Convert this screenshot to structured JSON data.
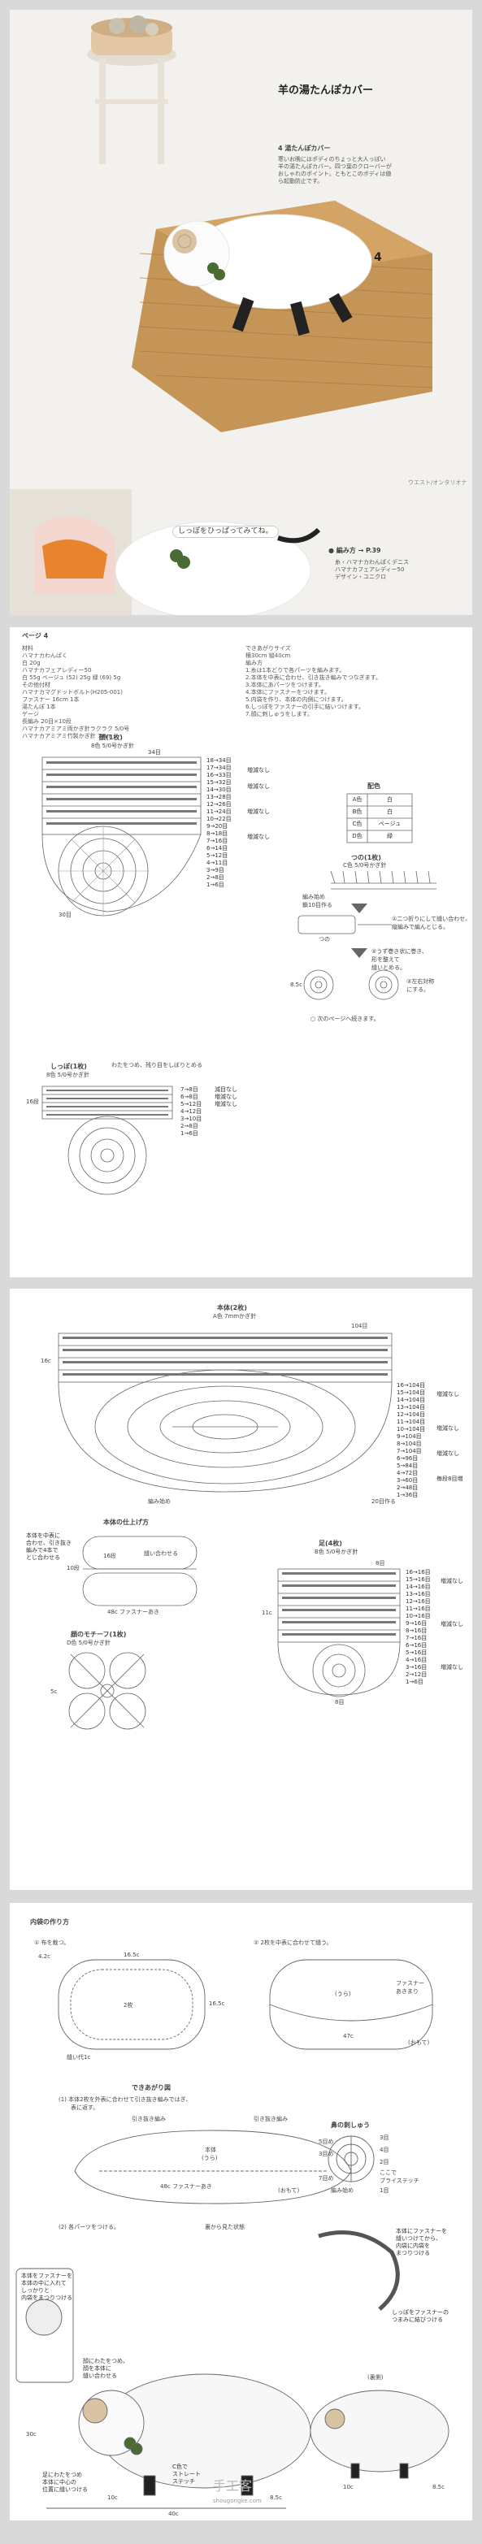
{
  "p1": {
    "title": "羊の湯たんぽカバー",
    "fig_num": "4",
    "item_title": "4 湯たんぽカバー",
    "desc": [
      "寒いお晩にはポディのちょっと大人っぽい",
      "羊の湯たんぽカバー。四つ葉のクローバーが",
      "おしゃれのポイント。ともとこのボディは値",
      "ら起動防止です。"
    ],
    "side_label": "4",
    "caption": "しっぽをひっぱってみてね。",
    "credit": "ウエスト/オンタリオナ",
    "pattern_label": "編み方 → P.39",
    "yarn_lines": [
      "糸・ハマナカわんぱくデニス",
      "ハマナカフェアレディー50",
      "デザイン・ユニクロ"
    ]
  },
  "p2": {
    "page_label": "ページ 4",
    "left_lines": [
      "材料",
      "ハマナカわんぱく",
      "白 20g",
      "ハマナカフェアレディー50",
      "白 55g ベージュ (52) 25g 緑 (69) 5g",
      "その他付材",
      "ハマナカマグドットボルト(H205-001)",
      "ファスナー 16cm 1本",
      "湯たんぽ 1本",
      "ゲージ",
      "長編み 20目×10段",
      "",
      "ハマナカアミアミ両かぎ針ラクラク 5/0号",
      "ハマナカアミアミ竹製かぎ針 7mm"
    ],
    "steps": [
      "できあがりサイズ",
      "横30cm 縦40cm",
      "編み方",
      "1.糸は1本どりで各パーツを編みます。",
      "2.本体を中表に合わせ、引き抜き編みでつなぎます。",
      "3.本体にあパーツをつけます。",
      "4.本体にファスナーをつけます。",
      "5.内袋を作り、本体の内側につけます。",
      "6.しっぽをファスナーの引手に結いつけます。",
      "7.顔に刺しゅうをします。"
    ],
    "face_title": "顔",
    "face_sub": "(1枚)",
    "face_hook": "8色 5/0号かぎ針",
    "face_w": "34目",
    "face_rows": [
      "18→34目",
      "17→34目",
      "16→33目",
      "15→32目",
      "14→30目",
      "13→28目",
      "12→26目",
      "11→24目",
      "10→22目",
      "9→20目",
      "8→18目",
      "7→16目",
      "6→14目",
      "5→12目",
      "4→11目",
      "3→9目",
      "2→8目",
      "1→6目"
    ],
    "face_right": [
      "増減なし",
      "増減なし",
      "増減なし",
      "増減なし"
    ],
    "face_bottom": "30目",
    "color_title": "配色",
    "color_rows": [
      [
        "A色",
        "白"
      ],
      [
        "B色",
        "白"
      ],
      [
        "C色",
        "ベージュ"
      ],
      [
        "D色",
        "緑"
      ]
    ],
    "tsuno_title": "つの",
    "tsuno_sub": "(1枚)",
    "tsuno_hook": "C色 5/0号かぎ針",
    "tsuno_note1": "編み始め",
    "tsuno_note2": "鎖10目作る",
    "tsuno_label": "つの",
    "tsuno_step1": "①二つ折りにして縫い合わせ、",
    "tsuno_step1b": "縦編みで編んとじる。",
    "tsuno_step2": "②うず巻き状に巻き、",
    "tsuno_step2b": "形を整えて",
    "tsuno_step2c": "縫いとめる。",
    "tsuno_dim1": "8.5c",
    "tsuno_dim2": "③左右対称",
    "tsuno_dim3": "にする。",
    "tail_title": "しっぽ",
    "tail_sub": "(1枚)",
    "tail_hook": "8色 5/0号かぎ針",
    "tail_note": "わたをつめ、残り目をしぼりとめる",
    "tail_rows": [
      "7→8目",
      "6→8目",
      "5→12目",
      "4→12目",
      "3→10目",
      "2→8目",
      "1→6目"
    ],
    "tail_right": [
      "減目なし",
      "増減なし",
      "増減なし"
    ],
    "tail_dim": "16段",
    "footer_note": "次のページへ続きます。"
  },
  "p3": {
    "body_title": "本体",
    "body_sub": "(2枚)",
    "body_hook": "A色 7mmかぎ針",
    "body_w": "104目",
    "body_h": "16c",
    "body_rows": [
      "16→104目",
      "15→104目",
      "14→104目",
      "13→104目",
      "12→104目",
      "11→104目",
      "10→104目",
      "9→104目",
      "8→104目",
      "7→104目",
      "6→96目",
      "5→84目",
      "4→72目",
      "3→60目",
      "2→48目",
      "1→36目"
    ],
    "body_right": [
      "増減なし",
      "増減なし",
      "増減なし",
      "毎段8目増"
    ],
    "body_bottom": "20目作る",
    "body_start": "編み始め",
    "assy_title": "本体の仕上げ方",
    "assy_note1": "本体を中表に",
    "assy_note2": "合わせ、引き抜き",
    "assy_note3": "編みで4本で",
    "assy_note4": "とじ合わせる",
    "assy_d1": "10段",
    "assy_d2": "16段",
    "assy_d3": "縫い合わせる",
    "assy_d4": "48c ファスナーあき",
    "clover_title": "顔のモチーフ",
    "clover_sub": "(1枚)",
    "clover_hook": "D色 5/0号かぎ針",
    "clover_dim": "5c",
    "leg_title": "足",
    "leg_sub": "(4枚)",
    "leg_hook": "B色 5/0号かぎ針",
    "leg_w": "8目",
    "leg_h": "11c",
    "leg_rows": [
      "16→16目",
      "15→16目",
      "14→16目",
      "13→16目",
      "12→16目",
      "11→16目",
      "10→16目",
      "9→16目",
      "8→16目",
      "7→16目",
      "6→16目",
      "5→16目",
      "4→16目",
      "3→16目",
      "2→12目",
      "1→6目"
    ],
    "leg_right": [
      "増減なし",
      "増減なし",
      "増減なし"
    ],
    "leg_bottom": "8目"
  },
  "p4": {
    "inner_title": "内袋の作り方",
    "step1": "① 布を裁つ。",
    "dims1": [
      "4.2c",
      "16.5c",
      "16.5c",
      "2枚",
      "縫い代1c"
    ],
    "step2": "② 2枚を中表に合わせて縫う。",
    "dims2": [
      "ファスナー",
      "あきまり",
      "(うら)",
      "47c",
      "(おもて)"
    ],
    "finish_title": "できあがり図",
    "fin1": "(1) 本体2枚を外表に合わせて引き抜き編みではぎ、",
    "fin1b": "表に返す。",
    "fin_note1": "引き抜き編み",
    "fin_note2": "引き抜き編み",
    "fin_body": "本体",
    "fin_ura": "(うら)",
    "fin_zip": "48c ファスナーあき",
    "fin_omote": "(おもて)",
    "fin2": "(2) 各パーツをつける。",
    "fin2_note": "裏から見た状態",
    "nose_title": "鼻の刺しゅう",
    "nose_labels": [
      "3目",
      "5目め",
      "4目",
      "3目め",
      "2目",
      "ここで",
      "ブライステッチ",
      "7目め",
      "1目",
      "編み始め"
    ],
    "zip_note1": "本体にファスナーを",
    "zip_note2": "縫いつけてから、",
    "zip_note3": "内袋に内袋を",
    "zip_note4": "まつりつける",
    "tail_note1": "しっぽをファスナーの",
    "tail_note2": "つまみに結びつける",
    "back_label": "(裏側)",
    "left_notes": [
      "本体をファスナーを",
      "本体の中に入れて",
      "しっかりと",
      "内袋をまつりつける"
    ],
    "side_notes": [
      "顔にわたをつめ、",
      "顔を本体に",
      "縫い合わせる"
    ],
    "bottom_notes": [
      "足にわたをつめ",
      "本体に中心の",
      "位置に縫いつける"
    ],
    "bottom_mid": [
      "C色で",
      "ストレート",
      "ステッチ"
    ],
    "dims_bottom": [
      "30c",
      "10c",
      "8.5c",
      "10c",
      "8.5c",
      "40c"
    ],
    "watermark": "手工客",
    "site": "shougongke.com"
  },
  "colors": {
    "beige": "#d9c3a3",
    "green": "#4a6b34",
    "wicker": "#b98b4a",
    "pink": "#f2d7dc"
  }
}
